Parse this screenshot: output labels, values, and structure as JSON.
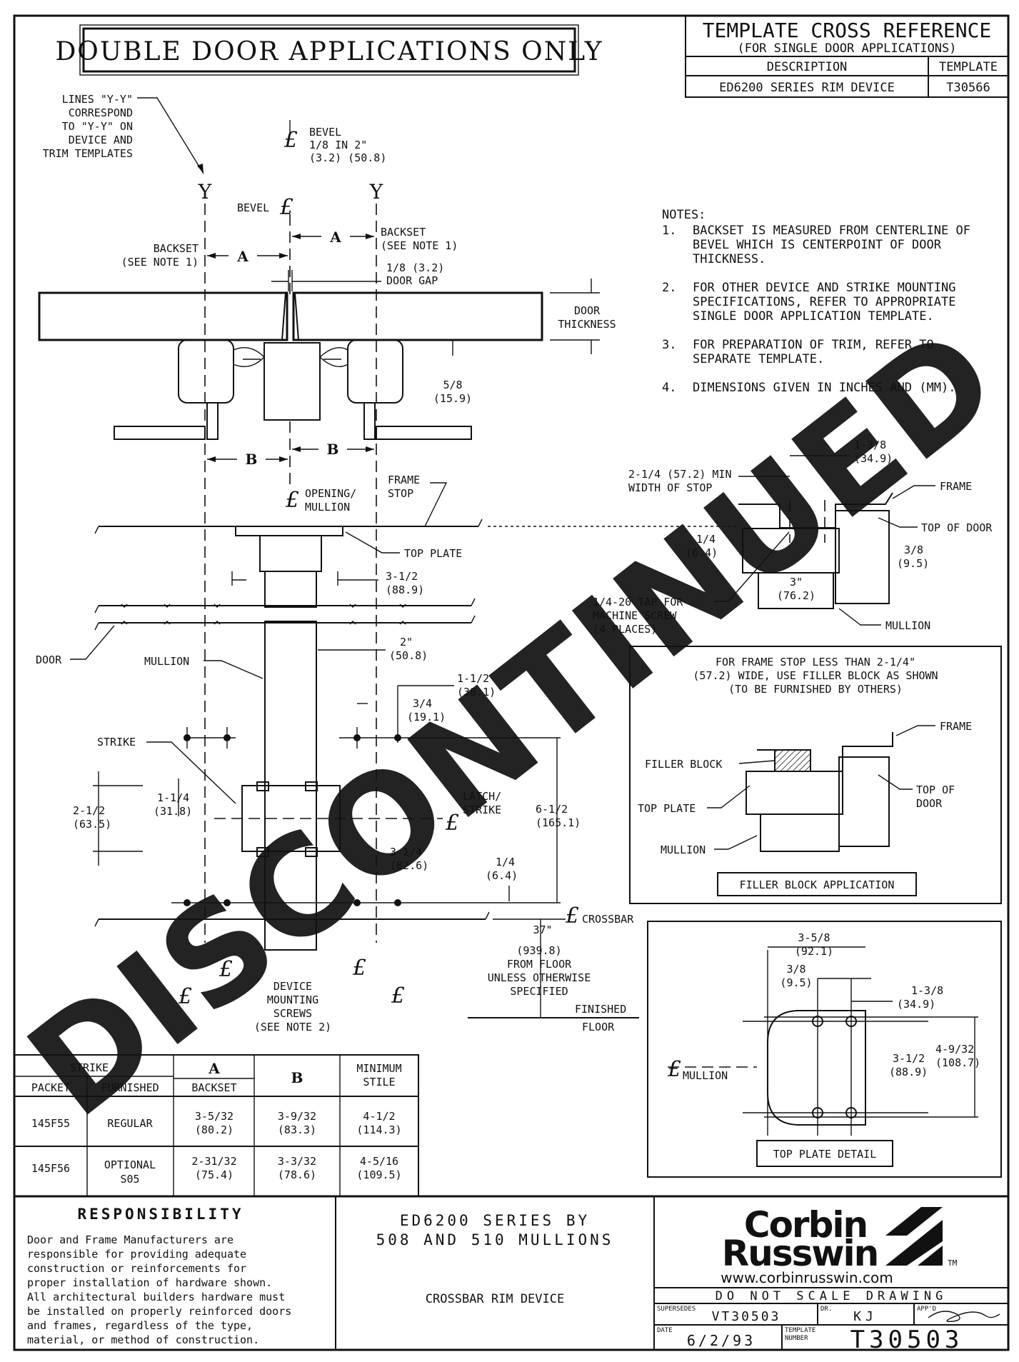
{
  "header": {
    "title": "DOUBLE DOOR APPLICATIONS ONLY",
    "cross_reference": {
      "title": "TEMPLATE CROSS REFERENCE",
      "subtitle": "(FOR SINGLE DOOR APPLICATIONS)",
      "col_description": "DESCRIPTION",
      "col_template": "TEMPLATE",
      "row_description": "ED6200 SERIES RIM DEVICE",
      "row_template": "T30566"
    }
  },
  "watermark": "DISCONTINUED",
  "notes": {
    "heading": "NOTES:",
    "items": [
      {
        "num": "1.",
        "lines": [
          "BACKSET IS MEASURED FROM CENTERLINE OF",
          "BEVEL WHICH IS CENTERPOINT OF DOOR",
          "THICKNESS."
        ]
      },
      {
        "num": "2.",
        "lines": [
          "FOR OTHER DEVICE AND STRIKE MOUNTING",
          "SPECIFICATIONS, REFER TO APPROPRIATE",
          "SINGLE DOOR APPLICATION TEMPLATE."
        ]
      },
      {
        "num": "3.",
        "lines": [
          "FOR PREPARATION OF TRIM, REFER TO",
          "SEPARATE TEMPLATE."
        ]
      },
      {
        "num": "4.",
        "lines": [
          "DIMENSIONS GIVEN IN INCHES AND (MM)."
        ]
      }
    ]
  },
  "plan_view": {
    "yy_note": [
      "LINES \"Y-Y\"",
      "CORRESPOND",
      "TO \"Y-Y\" ON",
      "DEVICE AND",
      "TRIM TEMPLATES"
    ],
    "y_label": "Y",
    "bevel_top": [
      "BEVEL",
      "1/8 IN 2\"",
      "(3.2) (50.8)"
    ],
    "bevel": "BEVEL",
    "backset_left": [
      "BACKSET",
      "(SEE NOTE 1)"
    ],
    "backset_right": [
      "BACKSET",
      "(SEE NOTE 1)"
    ],
    "dim_a": "A",
    "dim_b": "B",
    "door_gap": [
      "1/8 (3.2)",
      "DOOR GAP"
    ],
    "door_thickness": [
      "DOOR",
      "THICKNESS"
    ],
    "five_eighths": [
      "5/8",
      "(15.9)"
    ]
  },
  "elevation": {
    "opening_mullion": [
      "OPENING/",
      "MULLION"
    ],
    "frame_stop": [
      "FRAME",
      "STOP"
    ],
    "top_plate": "TOP PLATE",
    "d_3_1_2": [
      "3-1/2",
      "(88.9)"
    ],
    "door": "DOOR",
    "mullion": "MULLION",
    "d_2": [
      "2\"",
      "(50.8)"
    ],
    "d_1_1_2": [
      "1-1/2",
      "(38.1)"
    ],
    "d_3_4": [
      "3/4",
      "(19.1)"
    ],
    "strike": "STRIKE",
    "d_2_1_2": [
      "2-1/2",
      "(63.5)"
    ],
    "d_1_1_4": [
      "1-1/4",
      "(31.8)"
    ],
    "latch_strike": [
      "LATCH/",
      "STRIKE"
    ],
    "d_6_1_2": [
      "6-1/2",
      "(165.1)"
    ],
    "d_3_1_4": [
      "3-1/4",
      "(82.6)"
    ],
    "d_1_4": [
      "1/4",
      "(6.4)"
    ],
    "crossbar": "CROSSBAR",
    "d_37": [
      "37\"",
      "(939.8)",
      "FROM FLOOR",
      "UNLESS OTHERWISE",
      "SPECIFIED"
    ],
    "finished_floor": [
      "FINISHED",
      "FLOOR"
    ],
    "device_screws": [
      "DEVICE",
      "MOUNTING",
      "SCREWS",
      "(SEE NOTE 2)"
    ]
  },
  "section": {
    "d_1_3_8": [
      "1-3/8",
      "(34.9)"
    ],
    "min_stop": [
      "2-1/4 (57.2) MIN",
      "WIDTH OF STOP"
    ],
    "frame": "FRAME",
    "top_of_door": "TOP OF DOOR",
    "d_1_4": [
      "1/4",
      "(6.4)"
    ],
    "d_3_8": [
      "3/8",
      "(9.5)"
    ],
    "d_3": [
      "3\"",
      "(76.2)"
    ],
    "tap": [
      "1/4-20 TAP FOR",
      "MACHINE SCREW",
      "(4 PLACES)"
    ],
    "mullion": "MULLION"
  },
  "filler": {
    "note": [
      "FOR FRAME STOP LESS THAN 2-1/4\"",
      "(57.2) WIDE, USE FILLER BLOCK AS SHOWN",
      "(TO BE FURNISHED BY OTHERS)"
    ],
    "frame": "FRAME",
    "filler_block": "FILLER BLOCK",
    "top_of_door": [
      "TOP OF",
      "DOOR"
    ],
    "top_plate": "TOP PLATE",
    "mullion": "MULLION",
    "caption": "FILLER BLOCK APPLICATION"
  },
  "top_plate_detail": {
    "d_3_5_8": [
      "3-5/8",
      "(92.1)"
    ],
    "d_3_8": [
      "3/8",
      "(9.5)"
    ],
    "d_1_3_8": [
      "1-3/8",
      "(34.9)"
    ],
    "d_3_1_2": [
      "3-1/2",
      "(88.9)"
    ],
    "d_4_9_32": [
      "4-9/32",
      "(108.7)"
    ],
    "mullion": "MULLION",
    "caption": "TOP PLATE DETAIL"
  },
  "strike_table": {
    "group_strike": "STRIKE",
    "col_packet": "PACKET",
    "col_furnished": "FURNISHED",
    "col_a": "A",
    "col_a_sub": "BACKSET",
    "col_b": "B",
    "col_min": [
      "MINIMUM",
      "STILE"
    ],
    "rows": [
      {
        "packet": "145F55",
        "furnished": [
          "REGULAR"
        ],
        "a": [
          "3-5/32",
          "(80.2)"
        ],
        "b": [
          "3-9/32",
          "(83.3)"
        ],
        "min": [
          "4-1/2",
          "(114.3)"
        ]
      },
      {
        "packet": "145F56",
        "furnished": [
          "OPTIONAL",
          "S05"
        ],
        "a": [
          "2-31/32",
          "(75.4)"
        ],
        "b": [
          "3-3/32",
          "(78.6)"
        ],
        "min": [
          "4-5/16",
          "(109.5)"
        ]
      }
    ]
  },
  "title_block": {
    "responsibility_heading": "RESPONSIBILITY",
    "responsibility_text": [
      "Door and Frame Manufacturers are",
      "responsible for providing adequate",
      "construction or reinforcements for",
      "proper installation of hardware shown.",
      "All architectural builders hardware must",
      "be installed on properly reinforced doors",
      "and frames, regardless of the type,",
      "material, or method of construction."
    ],
    "series_title": [
      "ED6200 SERIES BY",
      "508 AND 510 MULLIONS"
    ],
    "device": "CROSSBAR RIM DEVICE",
    "brand": [
      "Corbin",
      "Russwin"
    ],
    "trademark": "TM",
    "website": "www.corbinrusswin.com",
    "do_not_scale": "DO NOT SCALE DRAWING",
    "supersedes_label": "SUPERSEDES",
    "supersedes": "VT30503",
    "dr_label": "DR.",
    "dr": "KJ",
    "appd_label": "APP'D",
    "date_label": "DATE",
    "date": "6/2/93",
    "template_label": [
      "TEMPLATE",
      "NUMBER"
    ],
    "template": "T30503"
  }
}
